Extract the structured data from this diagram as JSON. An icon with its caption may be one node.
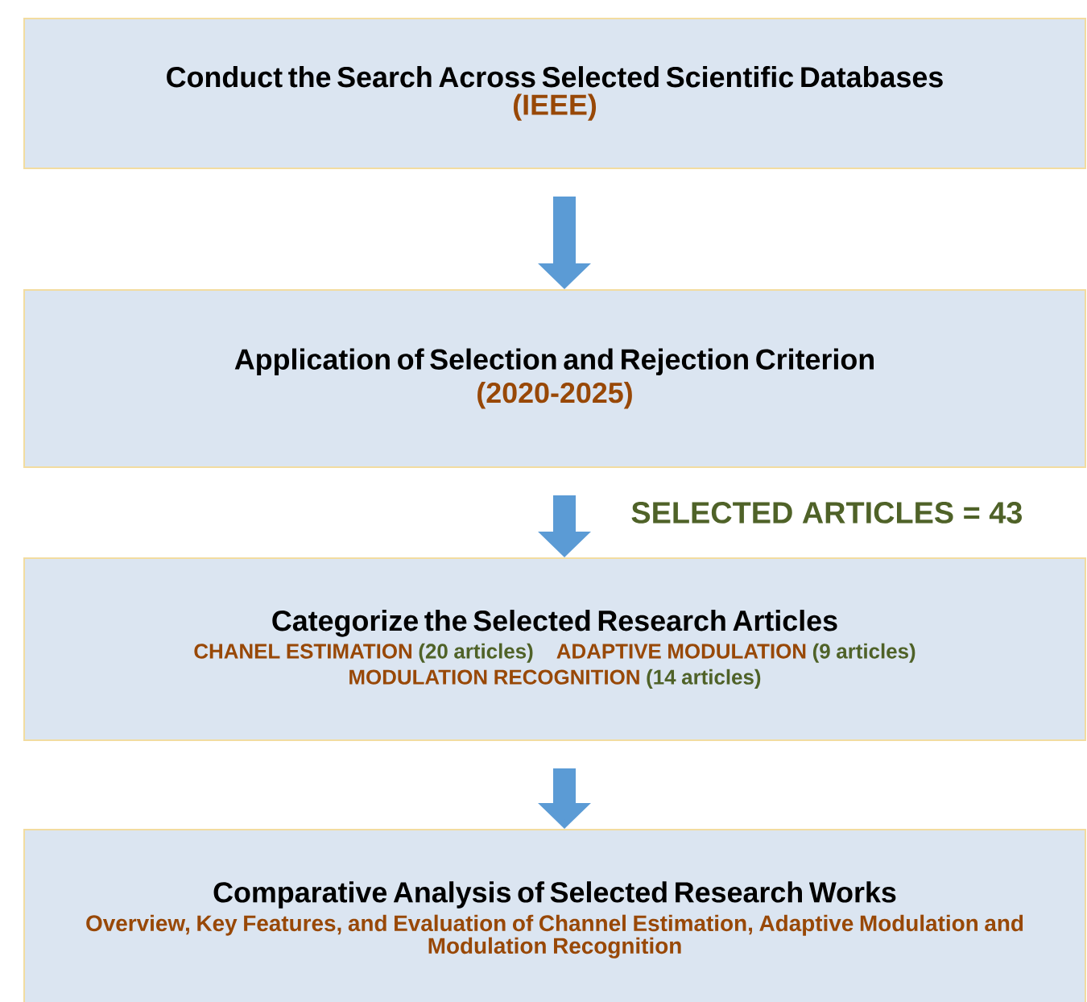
{
  "diagram": {
    "nodes": [
      {
        "text": [
          "Conduct the Search Across Selected Scientific Databases",
          "(IEEE)"
        ]
      },
      {
        "text": [
          "Application of Selection and Rejection Criterion",
          "(2020-2025)"
        ]
      },
      {
        "text": [
          "Categorize the Selected Research Articles",
          "CHANEL ESTIMATION",
          "(20 articles)",
          "ADAPTIVE MODULATION",
          "(9 articles)",
          "MODULATION RECOGNITION",
          "(14 articles)"
        ]
      },
      {
        "text": [
          "Comparative Analysis of Selected Research Works",
          "Overview, Key Features, and Evaluation of Channel Estimation, Adaptive Modulation and Modulation Recognition"
        ]
      }
    ],
    "edges": [
      {
        "from": 0,
        "to": 1,
        "arrow": "to"
      },
      {
        "from": 1,
        "to": 2,
        "arrow": "to",
        "label": "SELECTED ARTICLES = 43"
      },
      {
        "from": 2,
        "to": 3,
        "arrow": "to"
      }
    ]
  }
}
